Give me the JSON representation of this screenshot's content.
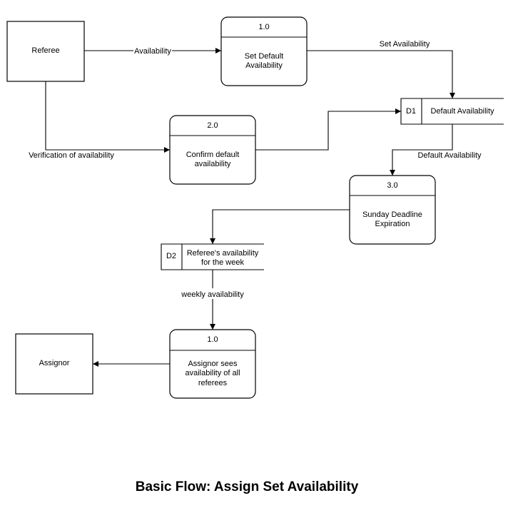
{
  "diagram": {
    "title": "Basic Flow: Assign Set Availability",
    "entities": {
      "referee": "Referee",
      "assignor": "Assignor"
    },
    "processes": {
      "p1": {
        "id": "1.0",
        "lines": [
          "Set Default",
          "Availability"
        ]
      },
      "p2": {
        "id": "2.0",
        "lines": [
          "Confirm default",
          "availability"
        ]
      },
      "p3": {
        "id": "3.0",
        "lines": [
          "Sunday Deadline",
          "Expiration"
        ]
      },
      "p4": {
        "id": "1.0",
        "lines": [
          "Assignor sees",
          "availability of all",
          "referees"
        ]
      }
    },
    "stores": {
      "d1": {
        "id": "D1",
        "lines": [
          "Default Availability"
        ]
      },
      "d2": {
        "id": "D2",
        "lines": [
          "Referee's availability",
          "for the week"
        ]
      }
    },
    "flows": {
      "availability": "Availability",
      "set_availability": "Set Availability",
      "verification": "Verification of availability",
      "default_availability": "Default Availability",
      "weekly_availability": "weekly availability"
    }
  }
}
